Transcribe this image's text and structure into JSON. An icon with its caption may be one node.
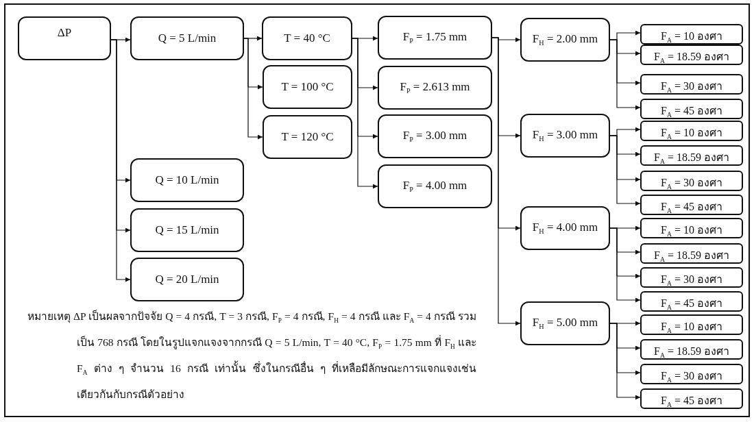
{
  "diagram": {
    "nodes": [
      {
        "text": [
          "ΔP"
        ]
      },
      {
        "text": [
          "Q = 5 L/min"
        ]
      },
      {
        "text": [
          "Q = 10 L/min"
        ]
      },
      {
        "text": [
          "Q = 15 L/min"
        ]
      },
      {
        "text": [
          "Q = 20 L/min"
        ]
      },
      {
        "text": [
          "T = 40 °C"
        ]
      },
      {
        "text": [
          "T = 100 °C"
        ]
      },
      {
        "text": [
          "T = 120 °C"
        ]
      },
      {
        "text": [
          "F$_{P}$ = 1.75 mm"
        ]
      },
      {
        "text": [
          "F$_{P}$ = 2.613 mm"
        ]
      },
      {
        "text": [
          "F$_{P}$ = 3.00 mm"
        ]
      },
      {
        "text": [
          "F$_{P}$ = 4.00 mm"
        ]
      },
      {
        "text": [
          "F$_{H}$ = 2.00 mm"
        ]
      },
      {
        "text": [
          "F$_{A}$ = 10 องศา"
        ]
      },
      {
        "text": [
          "F$_{A}$ = 18.59 องศา"
        ]
      },
      {
        "text": [
          "F$_{A}$ = 30 องศา"
        ]
      },
      {
        "text": [
          "F$_{A}$ = 45 องศา"
        ]
      },
      {
        "text": [
          "F$_{H}$ = 3.00 mm"
        ]
      },
      {
        "text": [
          "F$_{A}$ = 10 องศา"
        ]
      },
      {
        "text": [
          "F$_{A}$ = 18.59 องศา"
        ]
      },
      {
        "text": [
          "F$_{A}$ = 30 องศา"
        ]
      },
      {
        "text": [
          "F$_{A}$ = 45 องศา"
        ]
      },
      {
        "text": [
          "F$_{H}$ = 4.00 mm"
        ]
      },
      {
        "text": [
          "F$_{A}$ = 10 องศา"
        ]
      },
      {
        "text": [
          "F$_{A}$ = 18.59 องศา"
        ]
      },
      {
        "text": [
          "F$_{A}$ = 30 องศา"
        ]
      },
      {
        "text": [
          "F$_{A}$ = 45 องศา"
        ]
      },
      {
        "text": [
          "F$_{H}$ = 5.00 mm"
        ]
      },
      {
        "text": [
          "F$_{A}$ = 10 องศา"
        ]
      },
      {
        "text": [
          "F$_{A}$ = 18.59 องศา"
        ]
      },
      {
        "text": [
          "F$_{A}$ = 30 องศา"
        ]
      },
      {
        "text": [
          "F$_{A}$ = 45 องศา"
        ]
      }
    ],
    "edges": [
      {
        "from": 0,
        "to": 1,
        "arrow": "to"
      },
      {
        "from": 0,
        "to": 2,
        "arrow": "to"
      },
      {
        "from": 0,
        "to": 3,
        "arrow": "to"
      },
      {
        "from": 0,
        "to": 4,
        "arrow": "to"
      },
      {
        "from": 1,
        "to": 5,
        "arrow": "to"
      },
      {
        "from": 1,
        "to": 6,
        "arrow": "to"
      },
      {
        "from": 1,
        "to": 7,
        "arrow": "to"
      },
      {
        "from": 5,
        "to": 8,
        "arrow": "to"
      },
      {
        "from": 5,
        "to": 9,
        "arrow": "to"
      },
      {
        "from": 5,
        "to": 10,
        "arrow": "to"
      },
      {
        "from": 5,
        "to": 11,
        "arrow": "to"
      },
      {
        "from": 8,
        "to": 12,
        "arrow": "to"
      },
      {
        "from": 8,
        "to": 17,
        "arrow": "to"
      },
      {
        "from": 8,
        "to": 22,
        "arrow": "to"
      },
      {
        "from": 8,
        "to": 27,
        "arrow": "to"
      },
      {
        "from": 12,
        "to": 13,
        "arrow": "to"
      },
      {
        "from": 12,
        "to": 14,
        "arrow": "to"
      },
      {
        "from": 12,
        "to": 15,
        "arrow": "to"
      },
      {
        "from": 12,
        "to": 16,
        "arrow": "to"
      },
      {
        "from": 17,
        "to": 18,
        "arrow": "to"
      },
      {
        "from": 17,
        "to": 19,
        "arrow": "to"
      },
      {
        "from": 17,
        "to": 20,
        "arrow": "to"
      },
      {
        "from": 17,
        "to": 21,
        "arrow": "to"
      },
      {
        "from": 22,
        "to": 23,
        "arrow": "to"
      },
      {
        "from": 22,
        "to": 24,
        "arrow": "to"
      },
      {
        "from": 22,
        "to": 25,
        "arrow": "to"
      },
      {
        "from": 22,
        "to": 26,
        "arrow": "to"
      },
      {
        "from": 27,
        "to": 28,
        "arrow": "to"
      },
      {
        "from": 27,
        "to": 29,
        "arrow": "to"
      },
      {
        "from": 27,
        "to": 30,
        "arrow": "to"
      },
      {
        "from": 27,
        "to": 31,
        "arrow": "to"
      }
    ],
    "labels": [
      "หมายเหตุ ΔP  เป็นผลจากปัจจัย Q = 4 กรณี, T = 3 กรณี, F$_{P}$ = 4 กรณี, F$_{H}$ = 4 กรณี และ F$_{A}$ = 4 กรณี รวมเป็น 768 กรณี โดยในรูปแจกแจงจากกรณี Q = 5 L/min, T = 40 °C, F$_{P}$ = 1.75 mm ที่ F$_{H}$ และ F$_{A}$ ต่าง ๆ  จำนวน 16 กรณี เท่านั้น ซึ่งในกรณีอื่น ๆ ที่เหลือมีลักษณะการแจกแจงเช่นเดียวกันกับกรณีตัวอย่าง"
    ]
  }
}
